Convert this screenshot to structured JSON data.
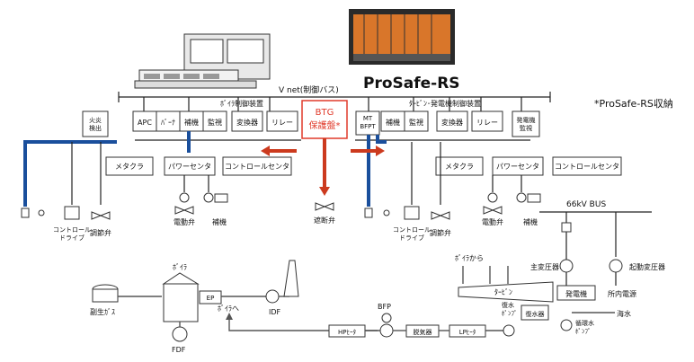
{
  "title": "ProSafe-RS",
  "note": "*ProSafe-RS収納",
  "bus": "V net(制御バス)",
  "boiler_group": "ﾎﾞｲﾗ制御装置",
  "turbine_group": "ﾀｰﾋﾞﾝ･発電機制御装置",
  "btg_line1": "BTG",
  "btg_line2": "保護盤*",
  "top_boxes": {
    "fire": "火炎\n検出",
    "apc": "APC",
    "burner": "ﾊﾞｰﾅ",
    "aux1": "補機",
    "mon1": "監視",
    "conv1": "変換器",
    "relay1": "リレー",
    "mt_bfpt": "MT\nBFPT",
    "aux2": "補機",
    "mon2": "監視",
    "conv2": "変換器",
    "relay2": "リレー",
    "gen_mon": "発電機\n監視"
  },
  "mid_boxes": {
    "metacla_l": "メタクラ",
    "power_l": "パワーセンタ",
    "control_l": "コントロールセンタ",
    "metacla_r": "メタクラ",
    "power_r": "パワーセンタ",
    "control_r": "コントロールセンタ"
  },
  "field_left": {
    "control_drive": "コントロール\nドライブ",
    "reg_valve": "調節弁",
    "motor_valve": "電動弁",
    "aux": "補機",
    "shutoff_valve": "遮断弁"
  },
  "field_right": {
    "control_drive": "コントロール\nドライブ",
    "reg_valve": "調節弁",
    "motor_valve": "電動弁",
    "aux": "補機"
  },
  "power": {
    "bus": "66kV BUS",
    "main_tr": "主変圧器",
    "start_tr": "起動変圧器",
    "house": "所内電源",
    "seawater": "海水",
    "generator": "発電機"
  },
  "plant": {
    "boiler": "ﾎﾞｲﾗ",
    "byproduct_gas": "副生ｶﾞｽ",
    "idf": "IDF",
    "fdf": "FDF",
    "ep": "EP",
    "to_boiler": "ﾎﾞｲﾗへ",
    "from_boiler": "ﾎﾞｲﾗから",
    "turbine": "ﾀｰﾋﾞﾝ",
    "condenser": "復水器",
    "cond_pump": "復水\nﾎﾟﾝﾌﾟ",
    "circ_pump": "循環水\nﾎﾟﾝﾌﾟ",
    "lp_heater": "LPﾋｰﾀ",
    "deaerator": "脱気器",
    "hp_heater": "HPﾋｰﾀ",
    "bfp": "BFP"
  },
  "colors": {
    "control_cable": "#1a4f9c",
    "protection": "#cc3a1e",
    "btg_text": "#e03a2a"
  }
}
